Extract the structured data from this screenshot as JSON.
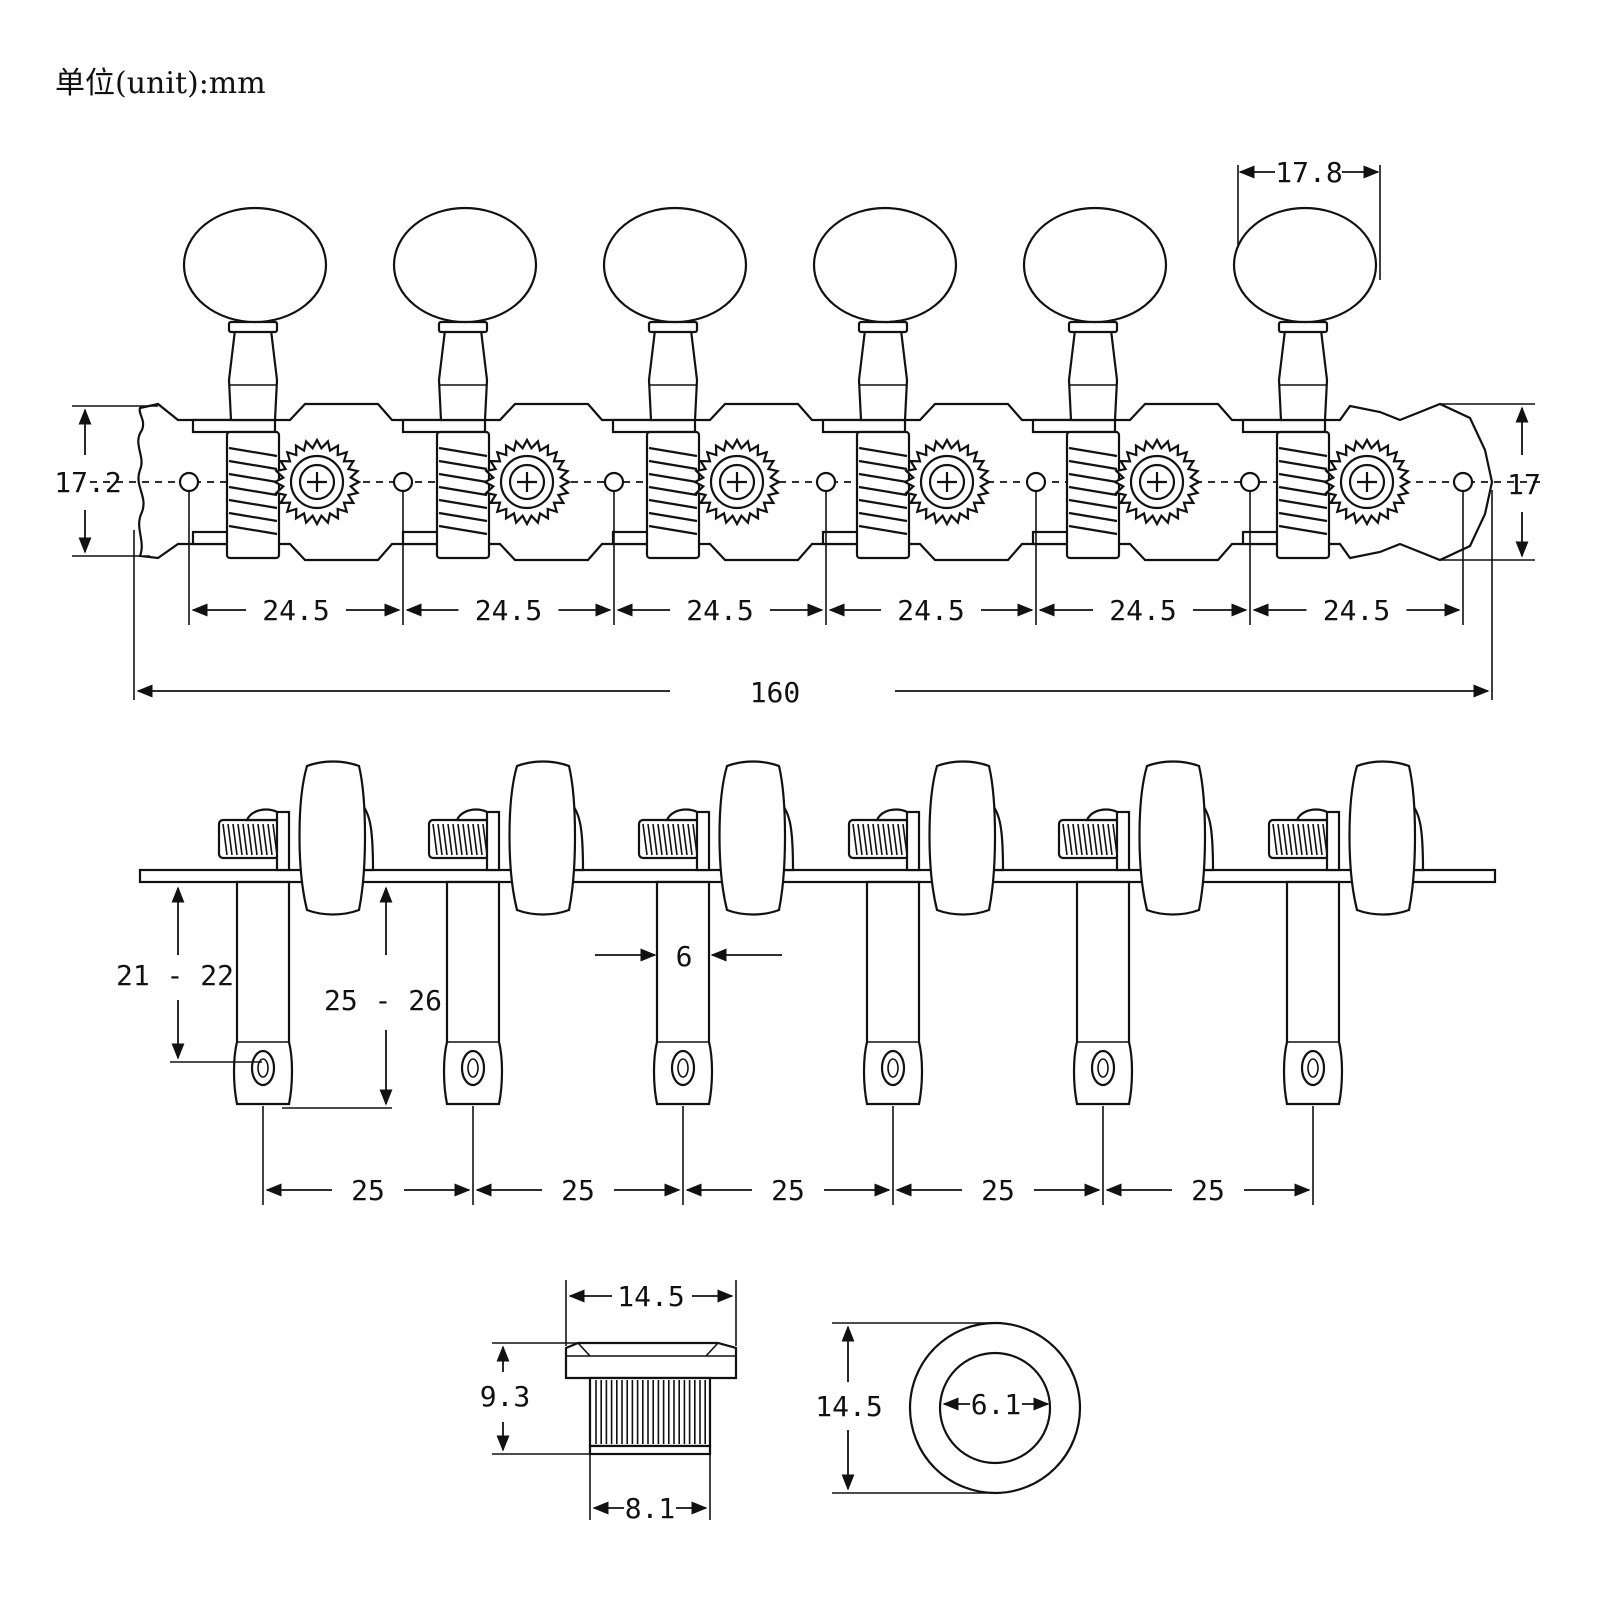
{
  "unit_label": "单位(unit):mm",
  "top_view": {
    "knob_width": "17.8",
    "plate_height_left": "17.2",
    "plate_height_right": "17",
    "hole_spacings": [
      "24.5",
      "24.5",
      "24.5",
      "24.5",
      "24.5",
      "24.5"
    ],
    "overall_length": "160"
  },
  "side_view": {
    "post_length_short": "21 - 22",
    "post_length_long": "25 - 26",
    "post_diameter": "6",
    "post_spacings": [
      "25",
      "25",
      "25",
      "25",
      "25"
    ]
  },
  "bushing": {
    "flange_diameter": "14.5",
    "height": "9.3",
    "shank_diameter": "8.1"
  },
  "washer": {
    "outer_diameter": "14.5",
    "inner_diameter": "6.1"
  }
}
